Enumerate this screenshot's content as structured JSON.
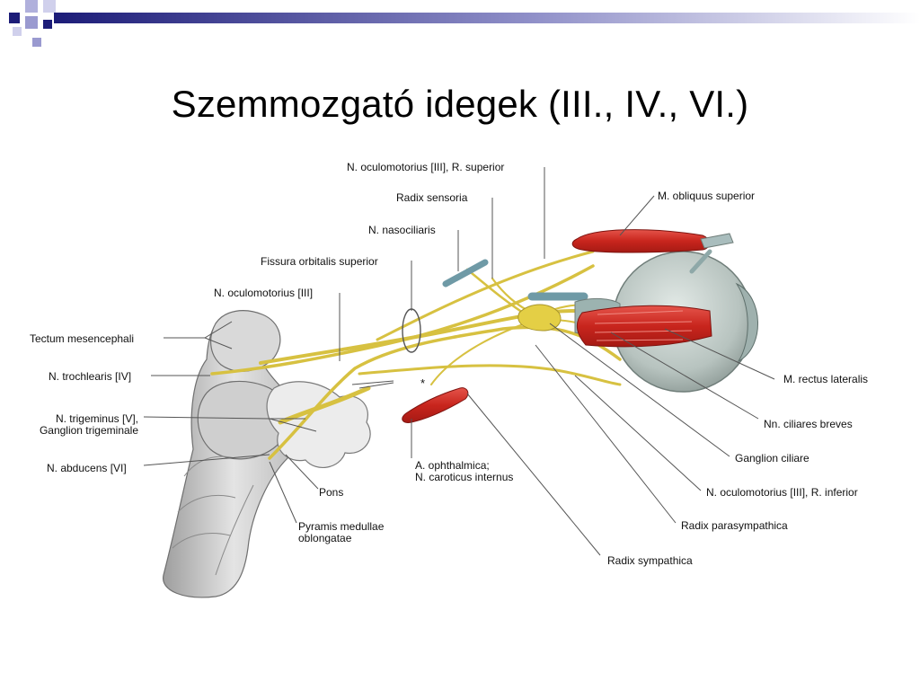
{
  "slide": {
    "title": "Szemmozgató idegek (III., IV., VI.)"
  },
  "colors": {
    "nerve": "#d7c141",
    "muscle": "#cf2f26",
    "eyeball": "#b9c4c0",
    "brainstem": "#c9c9c9",
    "deco_dark": "#1c1c78",
    "deco_light": "#9a9ad0"
  },
  "labels": {
    "oculomotorius_superior": "N. oculomotorius [III], R. superior",
    "radix_sensoria": "Radix sensoria",
    "nasociliaris": "N. nasociliaris",
    "fissura": "Fissura orbitalis superior",
    "oculomotorius": "N. oculomotorius [III]",
    "tectum": "Tectum mesencephali",
    "trochlearis": "N. trochlearis [IV]",
    "trigeminus_1": "N. trigeminus [V],",
    "trigeminus_2": "Ganglion trigeminale",
    "abducens": "N. abducens [VI]",
    "pons": "Pons",
    "pyramis_1": "Pyramis medullae",
    "pyramis_2": "oblongatae",
    "ophthalmica_1": "A. ophthalmica;",
    "ophthalmica_2": "N. caroticus internus",
    "obliquus": "M. obliquus superior",
    "rectus": "M. rectus lateralis",
    "ciliares": "Nn. ciliares breves",
    "ganglion_ciliare": "Ganglion ciliare",
    "oculomotorius_inferior": "N. oculomotorius [III], R. inferior",
    "parasympathica": "Radix parasympathica",
    "sympathica": "Radix sympathica",
    "asterisk": "*"
  }
}
